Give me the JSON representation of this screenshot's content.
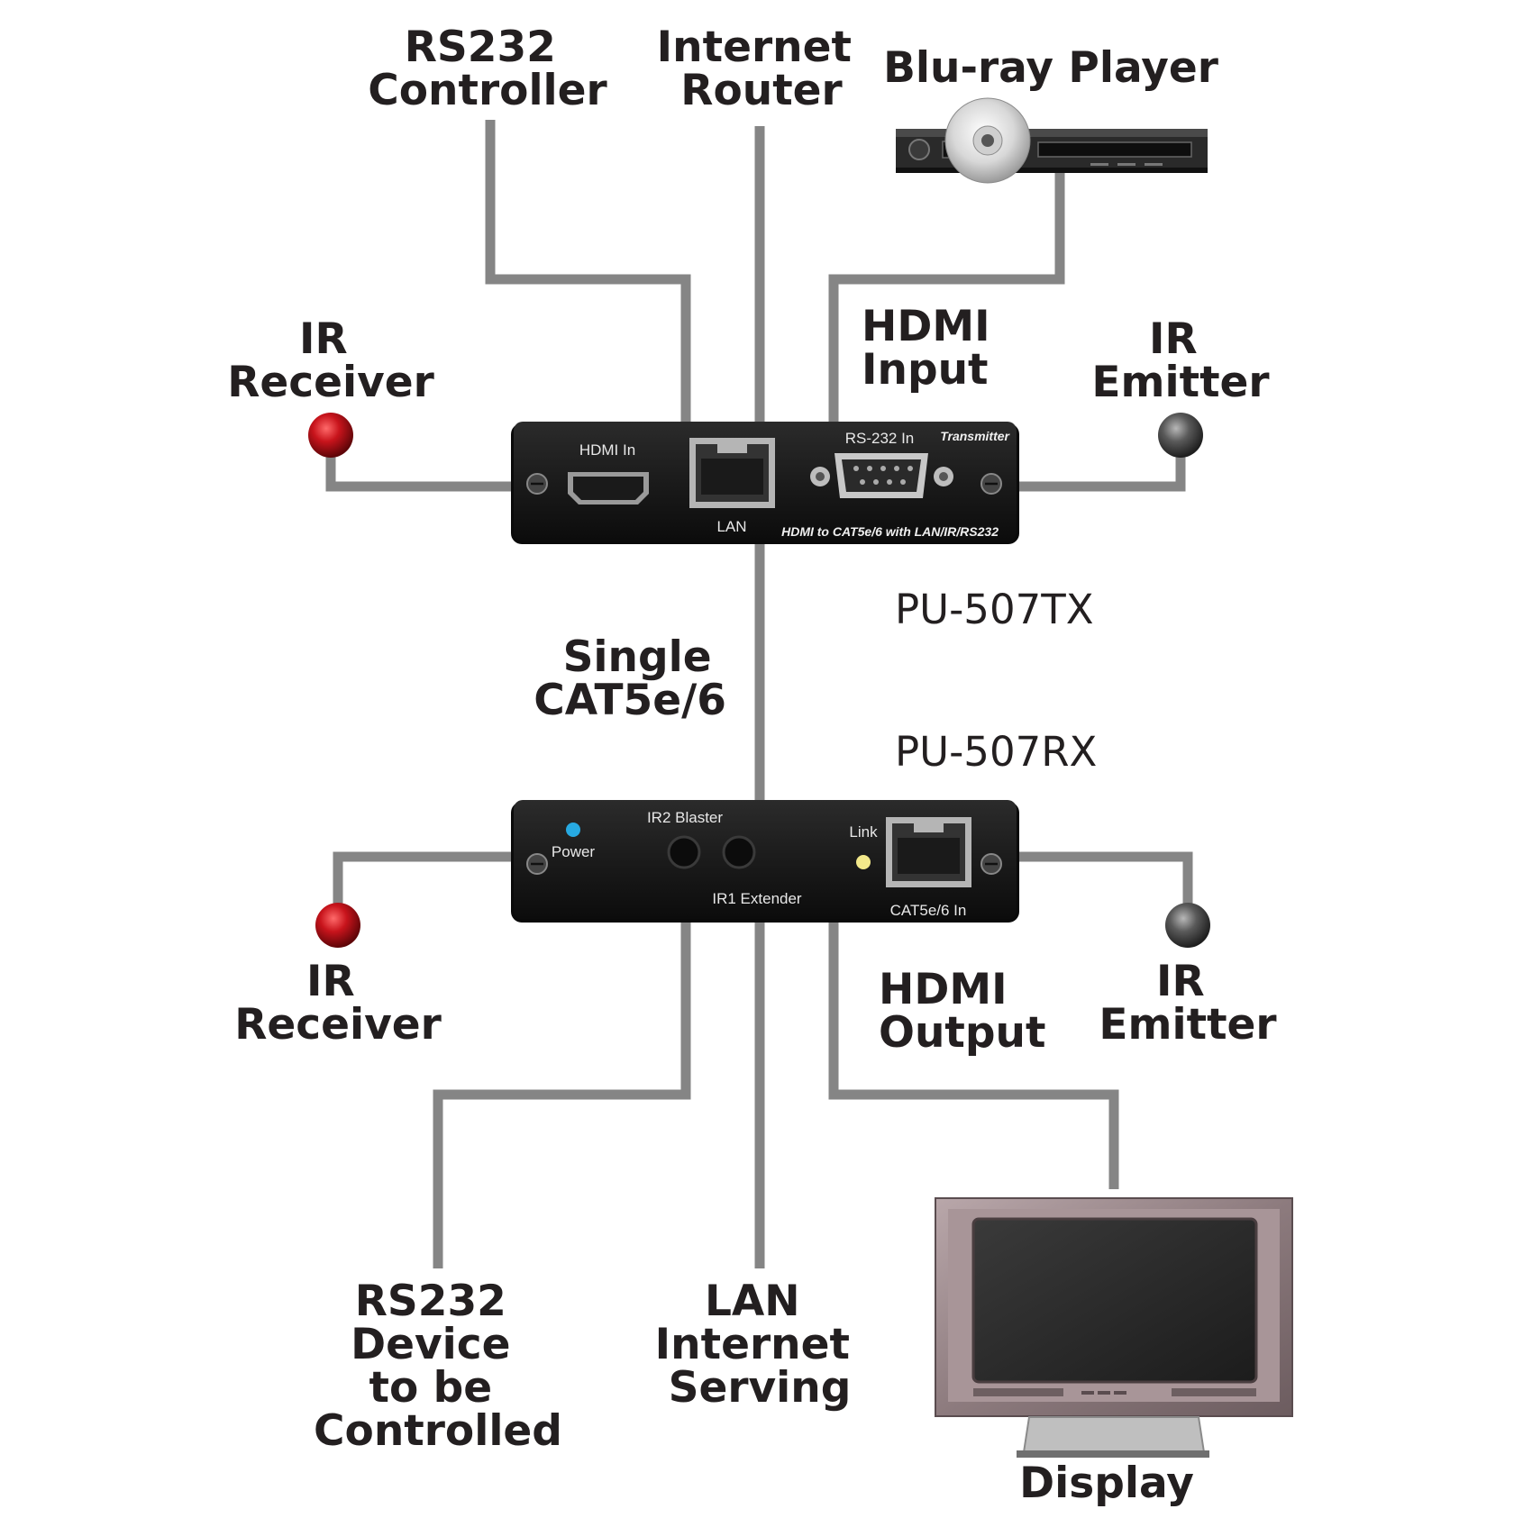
{
  "labels": {
    "rs232_controller": [
      "RS232",
      "Controller"
    ],
    "internet_router": [
      "Internet",
      "Router"
    ],
    "bluray_player": [
      "Blu-ray Player"
    ],
    "hdmi_input": [
      "HDMI",
      "Input"
    ],
    "ir_receiver_tx": [
      "IR",
      "Receiver"
    ],
    "ir_emitter_tx": [
      "IR",
      "Emitter"
    ],
    "single_cat": [
      "Single",
      "CAT5e/6"
    ],
    "ir_receiver_rx": [
      "IR",
      "Receiver"
    ],
    "ir_emitter_rx": [
      "IR",
      "Emitter"
    ],
    "hdmi_output": [
      "HDMI",
      "Output"
    ],
    "rs232_device": [
      "RS232",
      "Device",
      "to be",
      "Controlled"
    ],
    "lan_internet": [
      "LAN",
      "Internet",
      "Serving"
    ],
    "display": [
      "Display"
    ]
  },
  "models": {
    "transmitter": "PU-507TX",
    "receiver": "PU-507RX"
  },
  "transmitter": {
    "hdmi_in": "HDMI In",
    "lan": "LAN",
    "rs232_in": "RS-232 In",
    "badge": "Transmitter",
    "caption": "HDMI to CAT5e/6 with LAN/IR/RS232"
  },
  "receiver": {
    "power": "Power",
    "ir2": "IR2 Blaster",
    "ir1": "IR1 Extender",
    "link": "Link",
    "cat_in": "CAT5e/6 In"
  },
  "colors": {
    "wire": "#858585",
    "device_body": "#1b1b1b",
    "ir_receiver": "#c8141c",
    "ir_emitter": "#5a5a5a",
    "power_led": "#27a9e1",
    "link_led": "#f2e88a"
  }
}
